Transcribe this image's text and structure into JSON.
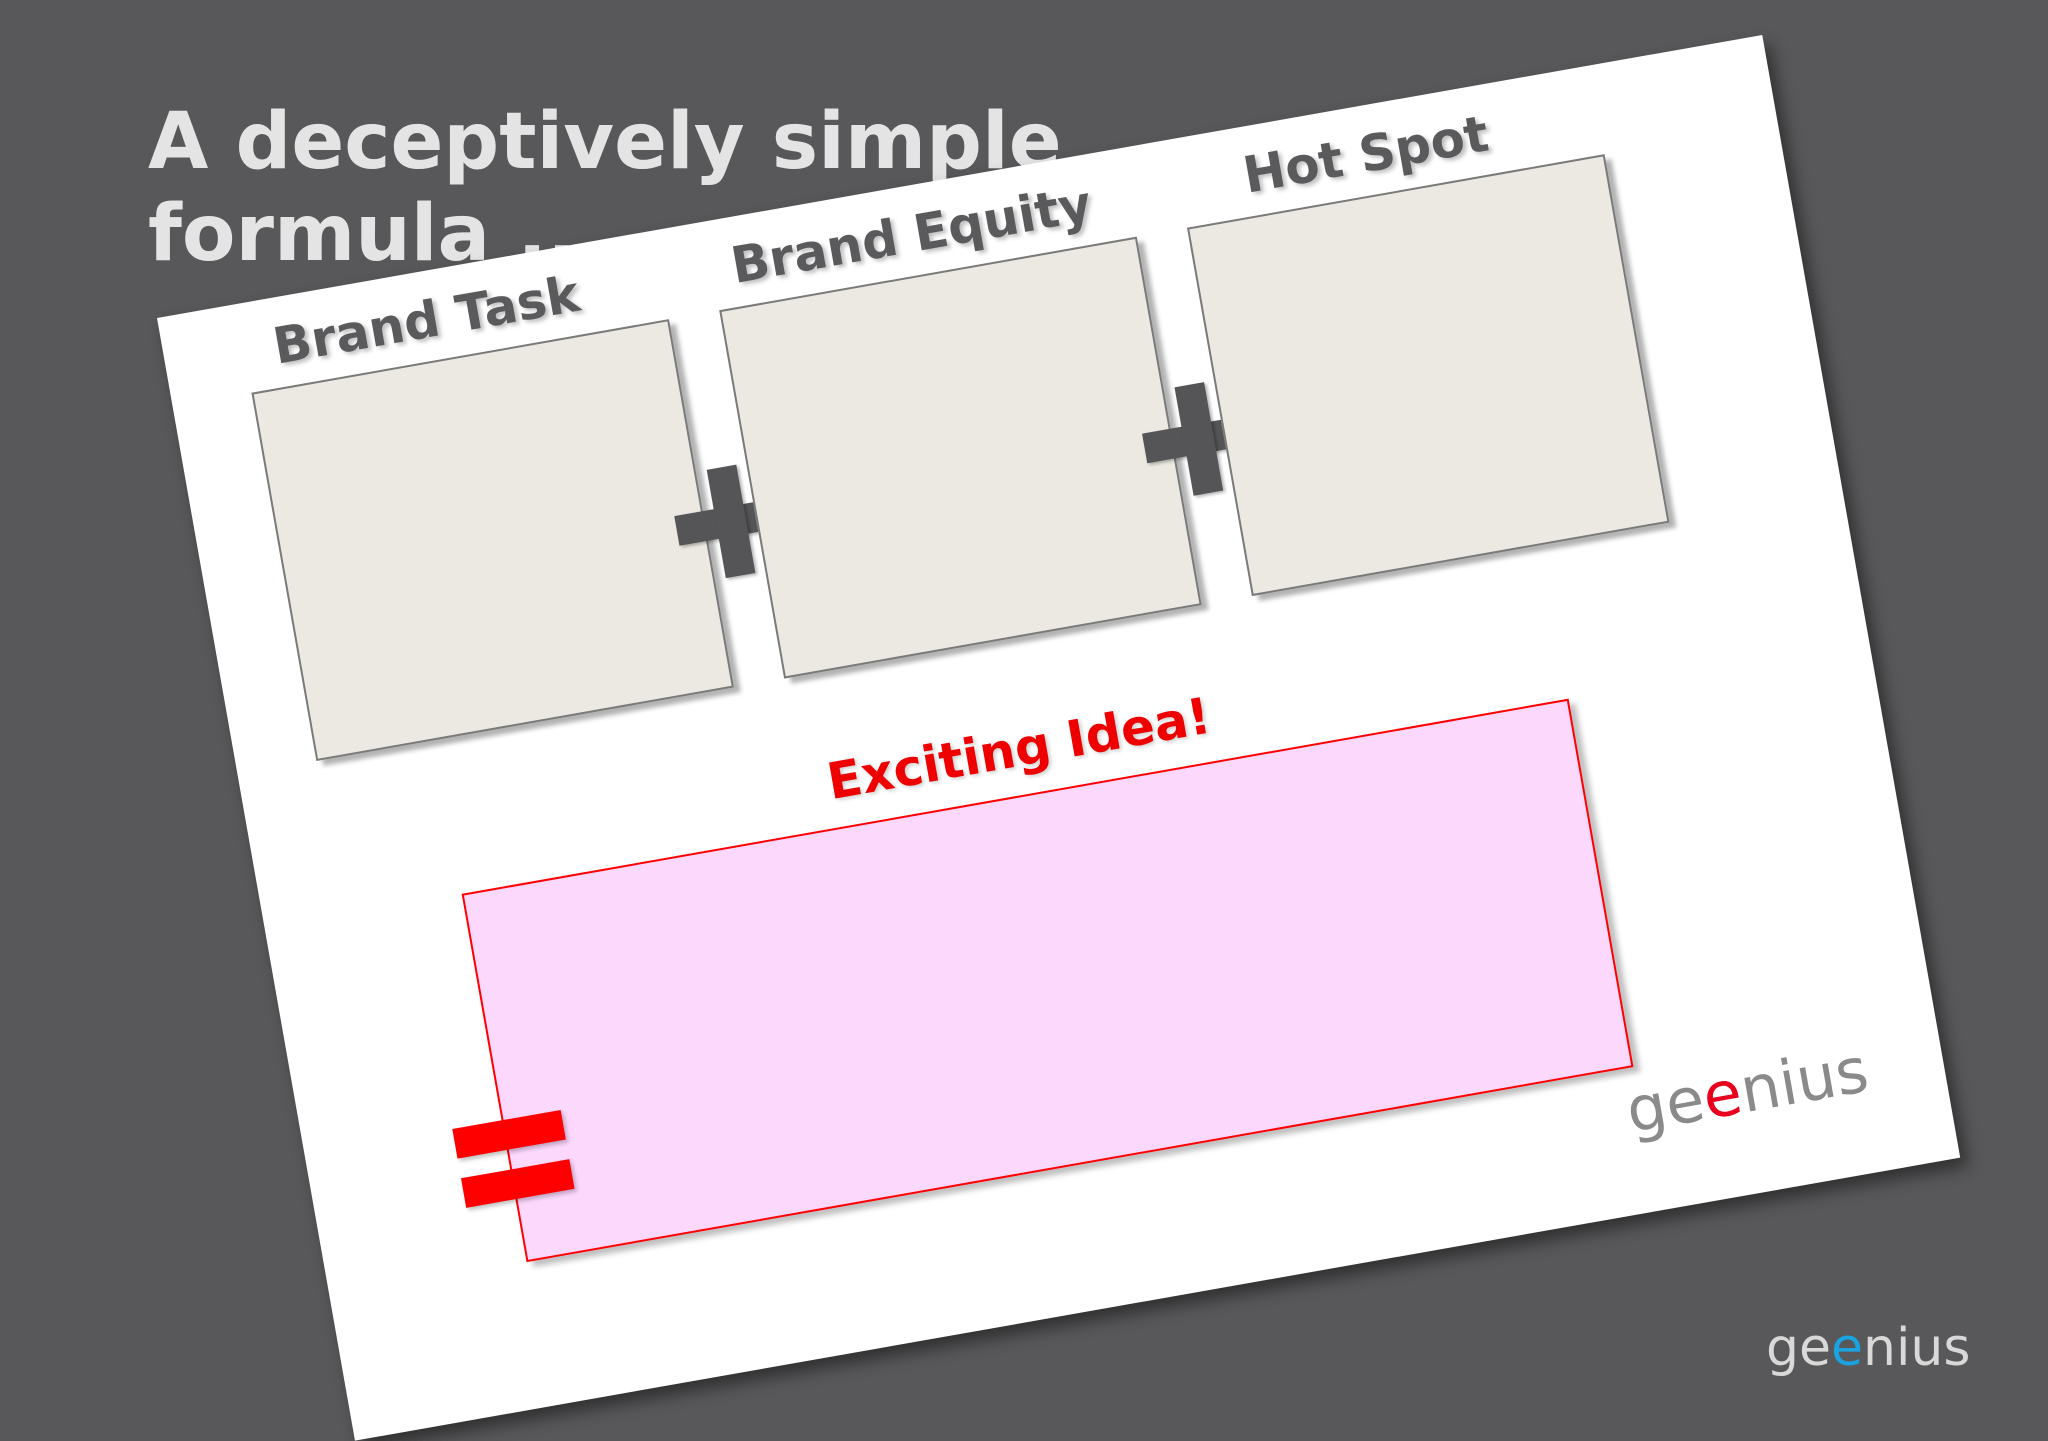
{
  "slide": {
    "title_line1": "A deceptively simple",
    "title_line2": "formula ..."
  },
  "formula": {
    "terms": [
      {
        "label": "Brand Task"
      },
      {
        "label": "Brand Equity"
      },
      {
        "label": "Hot Spot"
      }
    ],
    "operator_plus": "+",
    "operator_equals": "=",
    "result_label": "Exciting Idea!"
  },
  "logos": {
    "sheet_logo": {
      "part1": "ge",
      "accent": "e",
      "part2": "nius"
    },
    "footer_logo": {
      "part1": "ge",
      "accent": "e",
      "part2": "nius"
    }
  },
  "colors": {
    "background": "#58585a",
    "sheet": "#ffffff",
    "term_box_fill": "#ebe9e1",
    "result_box_fill": "#fdd8fd",
    "result_accent": "#ff0000",
    "plus_sign": "#555557",
    "logo_accent_red": "#e8001c",
    "logo_accent_blue": "#1aa3e0"
  }
}
